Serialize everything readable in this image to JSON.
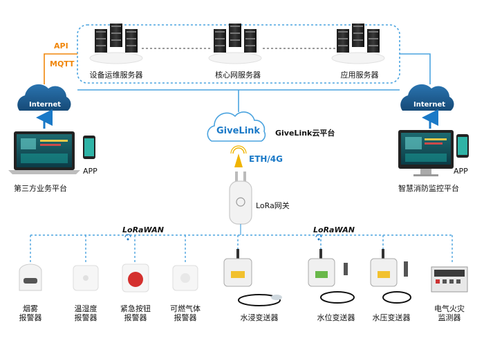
{
  "servers": {
    "ops": "设备运维服务器",
    "core": "核心网服务器",
    "app": "应用服务器"
  },
  "protocols": {
    "api": "API",
    "mqtt": "MQTT"
  },
  "cloud": {
    "internet_left": "Internet",
    "internet_right": "Internet",
    "givelink_logo": "GiveLink",
    "givelink_label": "GiveLink云平台"
  },
  "network": {
    "eth": "ETH/4G",
    "gateway": "LoRa网关",
    "lorawan_left": "LoRaWAN",
    "lorawan_right": "LoRaWAN"
  },
  "platforms": {
    "third_party": "第三方业务平台",
    "third_party_app": "APP",
    "fire_monitor": "智慧消防监控平台",
    "fire_monitor_app": "APP"
  },
  "devices": [
    {
      "line1": "烟雾",
      "line2": "报警器"
    },
    {
      "line1": "温湿度",
      "line2": "报警器"
    },
    {
      "line1": "紧急按钮",
      "line2": "报警器"
    },
    {
      "line1": "可燃气体",
      "line2": "报警器"
    },
    {
      "line1": "水浸变送器",
      "line2": ""
    },
    {
      "line1": "水位变送器",
      "line2": ""
    },
    {
      "line1": "水压变送器",
      "line2": ""
    },
    {
      "line1": "电气火灾",
      "line2": "监测器"
    }
  ],
  "colors": {
    "accent_blue": "#1a79c7",
    "dashed_blue": "#4aa3df",
    "orange": "#f0860a",
    "cloud_dark": "#1f5f95"
  }
}
